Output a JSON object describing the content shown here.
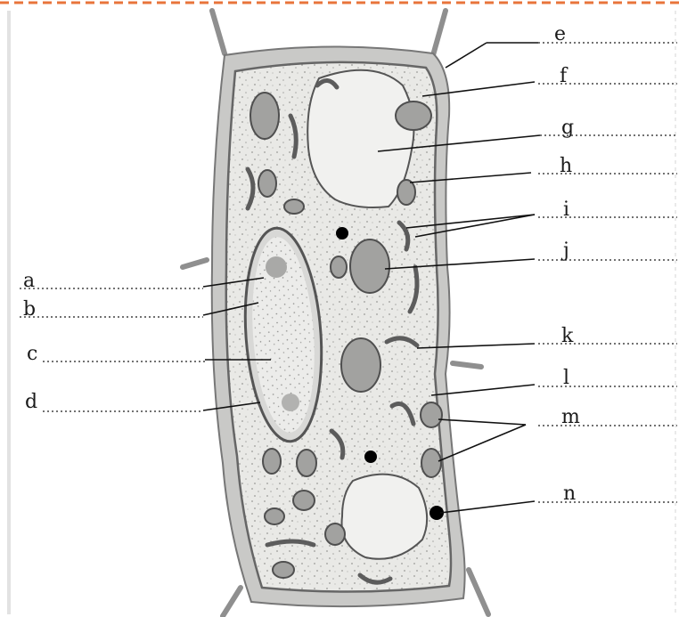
{
  "diagram": {
    "title": "",
    "accent_color": "#e8743b",
    "labels_left": [
      {
        "id": "a",
        "text": "a"
      },
      {
        "id": "b",
        "text": "b"
      },
      {
        "id": "c",
        "text": "c"
      },
      {
        "id": "d",
        "text": "d"
      }
    ],
    "labels_right": [
      {
        "id": "e",
        "text": "e"
      },
      {
        "id": "f",
        "text": "f"
      },
      {
        "id": "g",
        "text": "g"
      },
      {
        "id": "h",
        "text": "h"
      },
      {
        "id": "i",
        "text": "i"
      },
      {
        "id": "j",
        "text": "j"
      },
      {
        "id": "k",
        "text": "k"
      },
      {
        "id": "l",
        "text": "l"
      },
      {
        "id": "m",
        "text": "m"
      },
      {
        "id": "n",
        "text": "n"
      }
    ]
  }
}
